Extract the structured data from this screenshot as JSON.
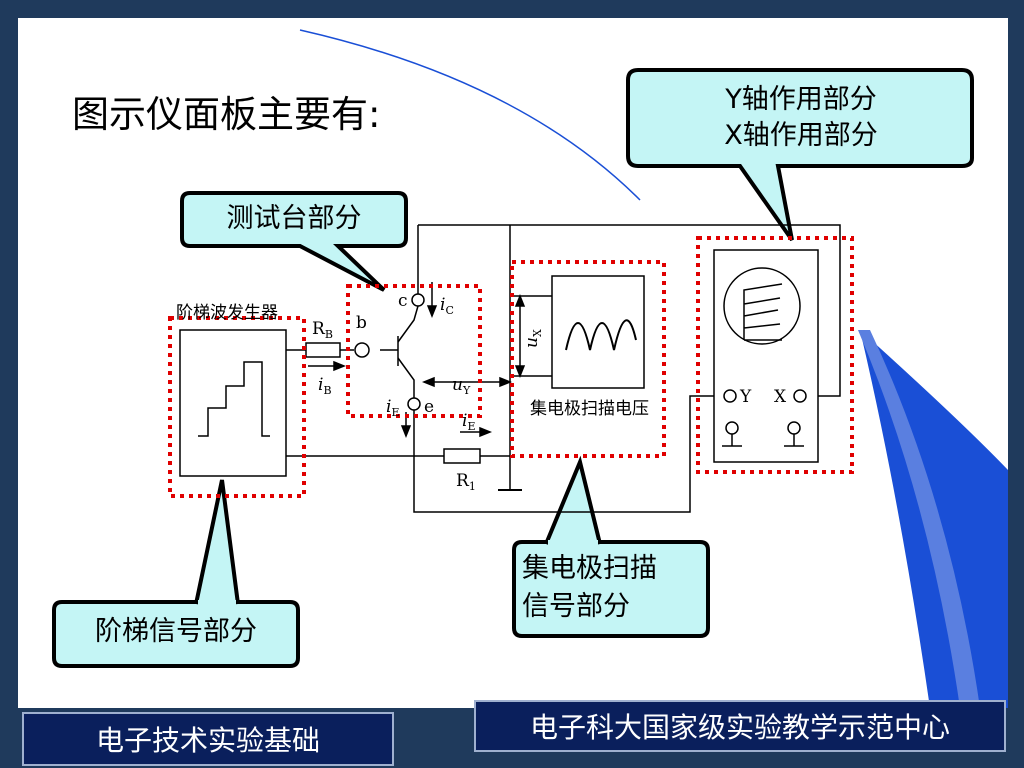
{
  "heading": "图示仪面板主要有:",
  "callouts": {
    "axis_line1": "Y轴作用部分",
    "axis_line2": "X轴作用部分",
    "test_stage": "测试台部分",
    "step_signal": "阶梯信号部分",
    "collector_line1": "集电极扫描",
    "collector_line2": "信号部分"
  },
  "circuit": {
    "step_generator_label": "阶梯波发生器",
    "rb": "R",
    "rb_sub": "B",
    "ib": "i",
    "ib_sub": "B",
    "b": "b",
    "c": "c",
    "e": "e",
    "ic": "i",
    "ic_sub": "C",
    "ie_left": "i",
    "ie_left_sub": "E",
    "uy": "u",
    "uy_sub": "Y",
    "ie_right": "i",
    "ie_right_sub": "E",
    "r1": "R",
    "r1_sub": "1",
    "ux": "u",
    "ux_sub": "X",
    "sweep_label": "集电极扫描电压",
    "y_terminal": "Y",
    "x_terminal": "X"
  },
  "footer": {
    "left": "电子技术实验基础",
    "right": "电子科大国家级实验教学示范中心"
  },
  "colors": {
    "frame": "#1f3a5c",
    "slide": "#ffffff",
    "callout_fill": "#c4f5f5",
    "highlight_box": "#e00000",
    "footer_fill": "#0a1f5c",
    "accent_blue": "#1a4fd6"
  }
}
